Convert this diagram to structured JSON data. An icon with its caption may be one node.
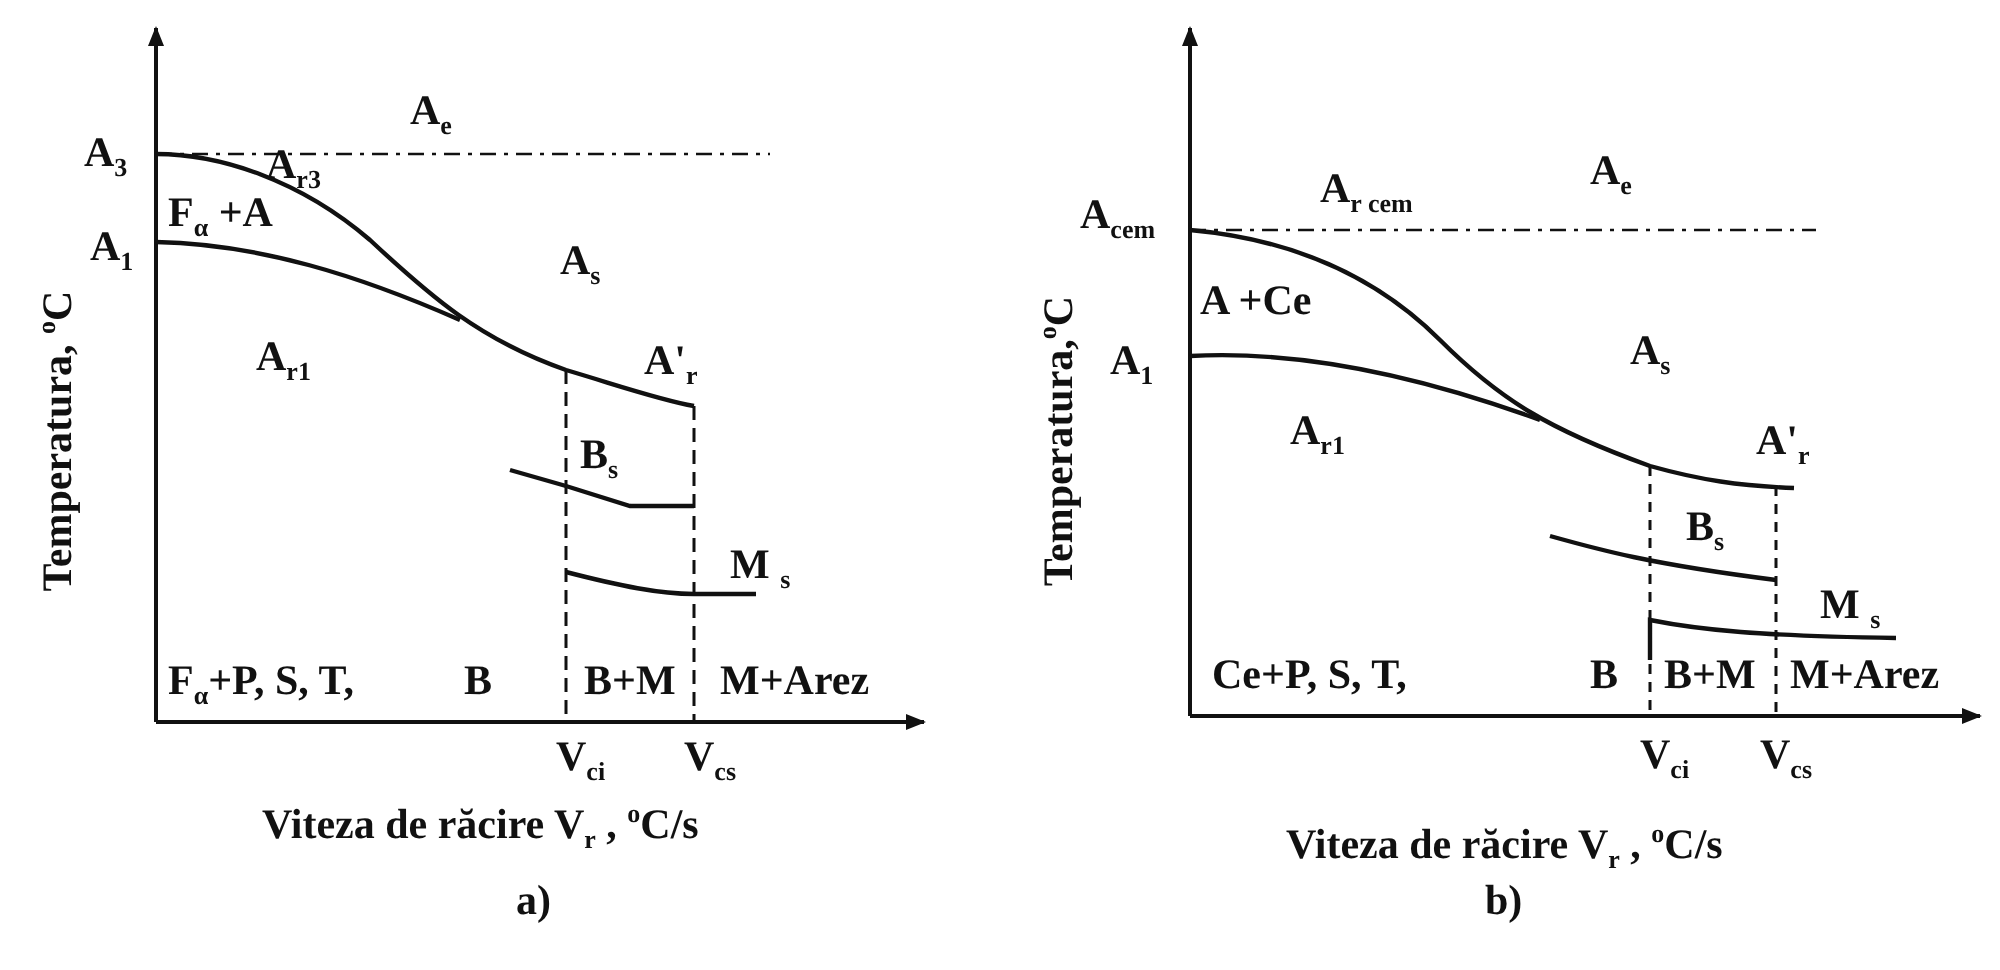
{
  "diagram": {
    "labels": [
      "A$_{e}$",
      "A$_{3}$",
      "A$_{r3}$",
      "F$_{α}$ +A",
      "A$_{1}$",
      "A$_{s}$",
      "Temperatura, $^{o}$C",
      "A$_{r1}$",
      "A'$_{r}$",
      "B$_{s}$",
      "M $_{s}$",
      "F$_{α}$+P, S, T,",
      "B",
      "B+M",
      "M+Arez",
      "V$_{ci}$",
      "V$_{cs}$",
      "Viteza de răcire V$_{r}$ , $^{o}$C/s",
      "a)",
      "A$_{e}$",
      "A$_{cem}$",
      "A$_{r cem}$",
      "A +Ce",
      "A$_{1}$",
      "A$_{s}$",
      "Temperatura,$^{o}$C",
      "A$_{r1}$",
      "A'$_{r}$",
      "B$_{s}$",
      "M $_{s}$",
      "Ce+P, S, T,",
      "B",
      "B+M",
      "M+Arez",
      "V$_{ci}$",
      "V$_{cs}$",
      "Viteza de răcire V$_{r}$ , $^{o}$C/s",
      "b)"
    ]
  }
}
